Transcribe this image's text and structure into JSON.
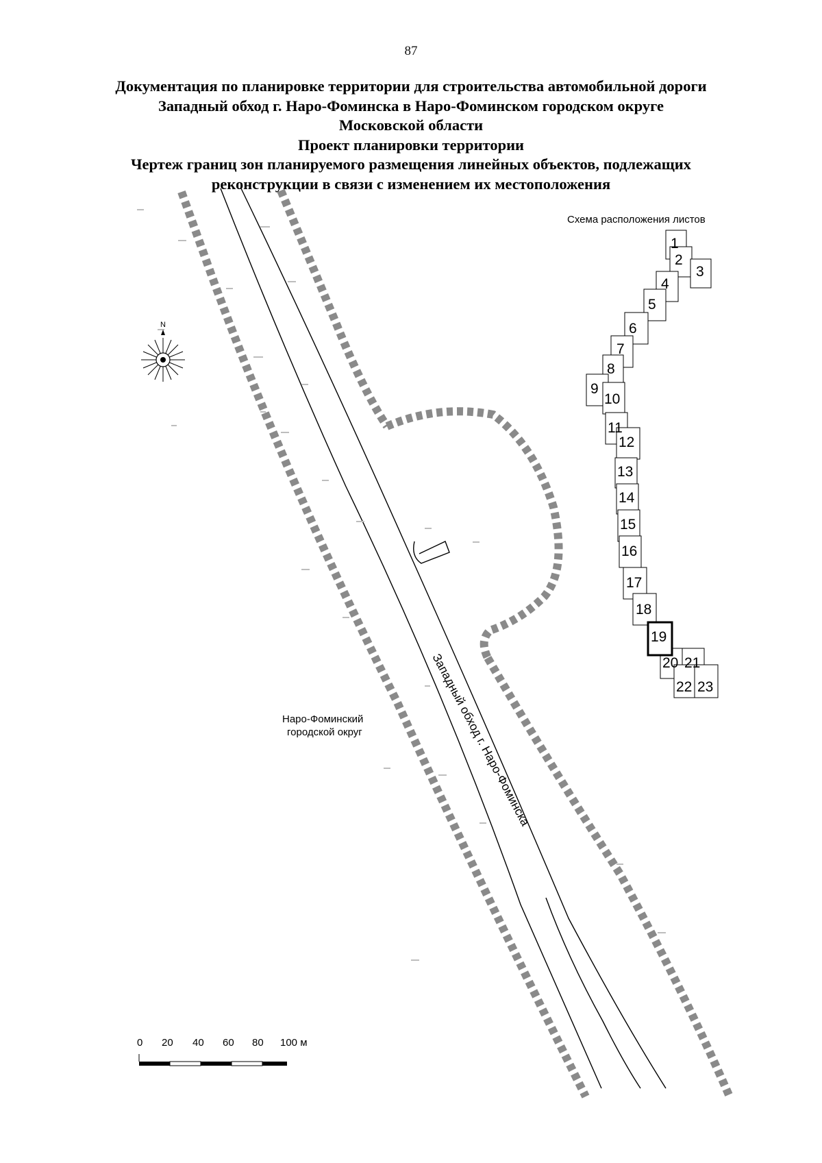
{
  "page_number": "87",
  "title_lines": [
    "Документация по планировке территории для строительства автомобильной дороги",
    "Западный обход г. Наро-Фоминска в Наро-Фоминском городском округе",
    "Московской области",
    "Проект планировки территории",
    "Чертеж границ зон планируемого размещения линейных объектов, подлежащих",
    "реконструкции в связи с изменением их местоположения"
  ],
  "sheet_layout": {
    "title": "Схема расположения листов",
    "sheets": [
      "1",
      "2",
      "3",
      "4",
      "5",
      "6",
      "7",
      "8",
      "9",
      "10",
      "11",
      "12",
      "13",
      "14",
      "15",
      "16",
      "17",
      "18",
      "19",
      "20",
      "21",
      "22",
      "23"
    ],
    "current_sheet": "19"
  },
  "compass": {
    "north_label": "N"
  },
  "map_labels": {
    "district_line1": "Наро-Фоминский",
    "district_line2": "городской округ",
    "road": "Западный обход г. Наро-Фоминска"
  },
  "scale_bar": {
    "ticks": [
      "0",
      "20",
      "40",
      "60",
      "80",
      "100 м"
    ]
  },
  "colors": {
    "boundary": "#8a8a8a",
    "line": "#000000",
    "current_sheet_frame": "#000000"
  }
}
